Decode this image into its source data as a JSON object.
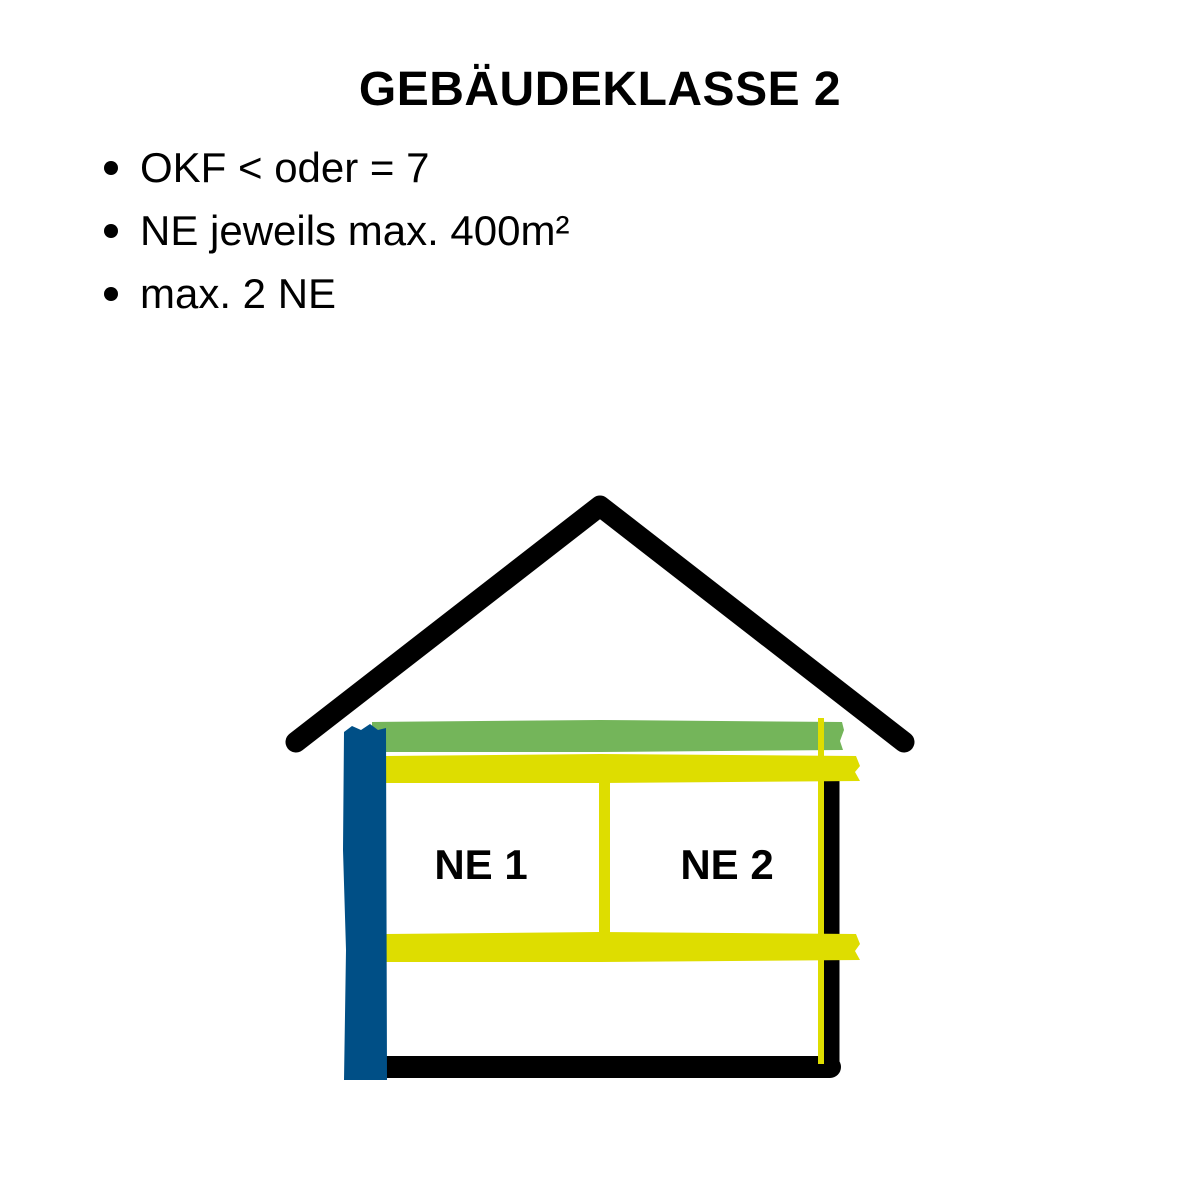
{
  "title": "GEBÄUDEKLASSE 2",
  "bullets": [
    "OKF < oder = 7",
    "NE jeweils max. 400m²",
    "max. 2 NE"
  ],
  "units": {
    "left": "NE 1",
    "right": "NE 2"
  },
  "colors": {
    "outline": "#000000",
    "stair_wall": "#004f86",
    "roof_slab": "#74b55a",
    "unit_boundary": "#dedd00"
  }
}
